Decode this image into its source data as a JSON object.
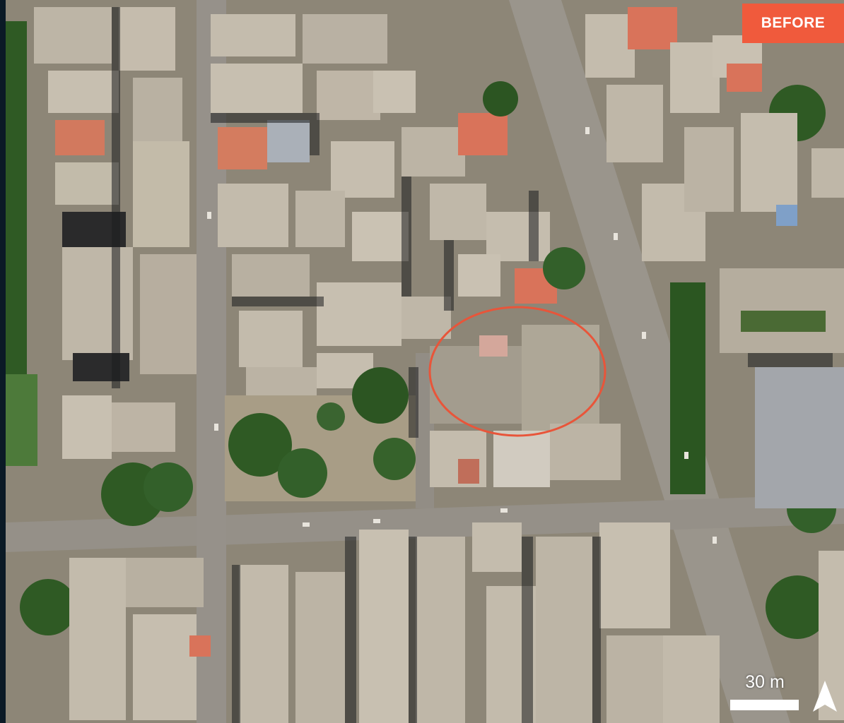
{
  "badge": {
    "label": "BEFORE",
    "color": "#f05a3c"
  },
  "scale_bar": {
    "label": "30 m"
  },
  "north_arrow": {
    "icon": "north-arrow-icon"
  },
  "annotation": {
    "shape": "ellipse",
    "color": "#e8553a"
  },
  "colors": {
    "frame": "#0b1a26",
    "road": "#8f8a82",
    "roof": "#c9c2b4",
    "shadow": "#1c1d1f",
    "vegetation": "#2f5a24",
    "roof_accent": "#d9735a"
  }
}
